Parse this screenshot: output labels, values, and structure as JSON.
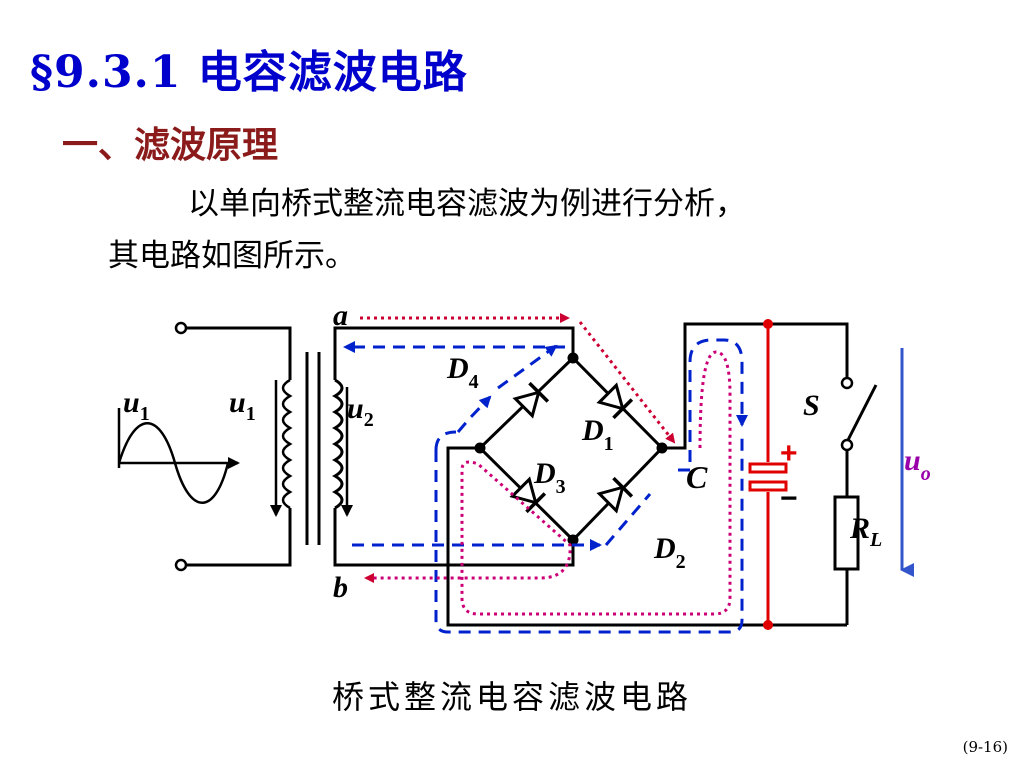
{
  "title": "§9.3.1   电容滤波电路",
  "subtitle": "一、滤波原理",
  "paragraph": {
    "line1": "以单向桥式整流电容滤波为例进行分析，",
    "line2": "其电路如图所示。"
  },
  "diagram": {
    "labels": {
      "a": "a",
      "b": "b",
      "u1_left": "u",
      "u1_left_sub": "1",
      "u1_primary": "u",
      "u1_primary_sub": "1",
      "u2": "u",
      "u2_sub": "2",
      "d1": "D",
      "d1_sub": "1",
      "d2": "D",
      "d2_sub": "2",
      "d3": "D",
      "d3_sub": "3",
      "d4": "D",
      "d4_sub": "4",
      "c": "C",
      "plus": "+",
      "minus": "−",
      "s": "S",
      "rl": "R",
      "rl_sub": "L",
      "uo": "u",
      "uo_sub": "o"
    },
    "colors": {
      "wire": "#000000",
      "positive_path": "#cc0033",
      "negative_path": "#0022cc",
      "discharge_path": "#cc0077",
      "capacitor_bus": "#e00000",
      "output_arrow": "#3355cc",
      "uo_label": "#9900aa"
    }
  },
  "caption": "桥式整流电容滤波电路",
  "page_number": "(9-16)"
}
